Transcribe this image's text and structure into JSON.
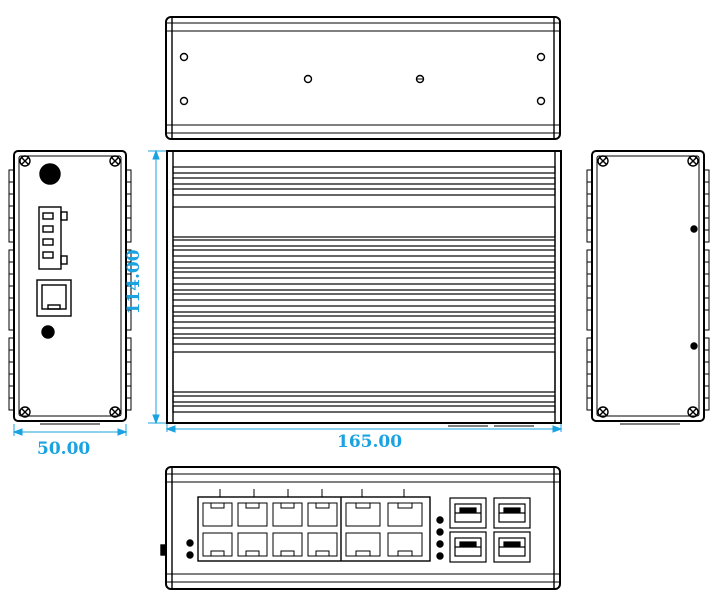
{
  "dimensions": {
    "height": "114.00",
    "depth": "50.00",
    "width": "165.00"
  },
  "colors": {
    "outline": "#000000",
    "dimension": "#1aa3e0",
    "background": "#ffffff"
  },
  "views": [
    "top-view",
    "left-side-view",
    "front-view",
    "right-side-view",
    "bottom-port-view"
  ],
  "port_panel": {
    "rj45_ports": 12,
    "sfp_ports": 4,
    "indicator_leds": 6
  }
}
